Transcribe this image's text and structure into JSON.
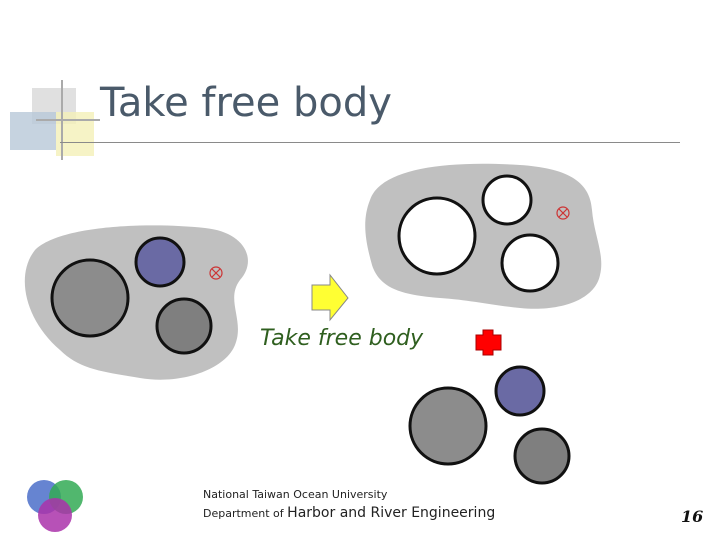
{
  "slide": {
    "title": "Take free body",
    "caption": "Take free body",
    "footer": {
      "university": "National Taiwan Ocean University",
      "department_prefix": "Department of",
      "department_name": "Harbor and River Engineering"
    },
    "page_number": "16"
  },
  "colors": {
    "title_text": "#4a5a6a",
    "caption_text": "#2f5f1f",
    "region_fill": "#c0c0c0",
    "circle_dark_gray": "#8c8c8c",
    "circle_purple": "#6a6aa4",
    "circle_gray": "#7f7f7f",
    "arrow_yellow": "#ffff33",
    "cross_red": "#ff0000"
  },
  "icons": [
    "observation-point-icon",
    "right-arrow-icon",
    "red-cross-icon",
    "logo-badge"
  ]
}
